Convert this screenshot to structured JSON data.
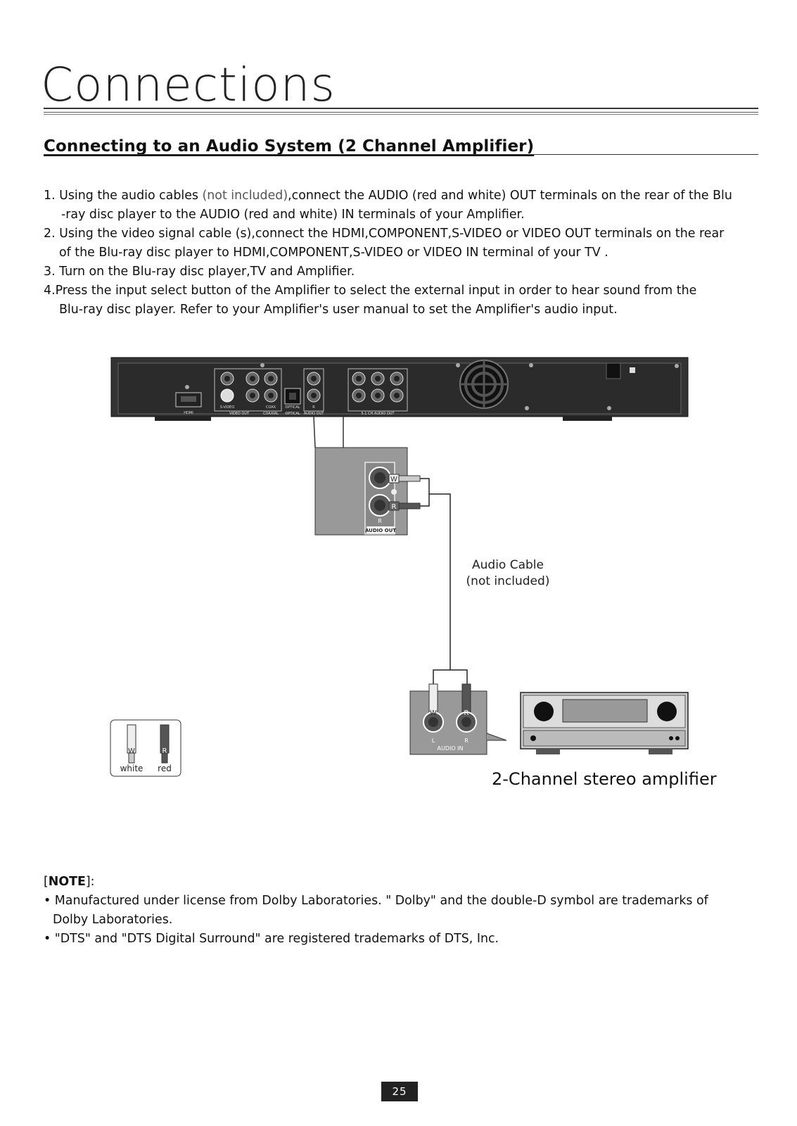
{
  "page": {
    "title": "Connections",
    "section_title": "Connecting to an Audio System (2 Channel Amplifier)",
    "page_number": "25"
  },
  "steps": [
    {
      "line1_a": "1. Using the audio cables ",
      "line1_b": "(not included)",
      "line1_c": ",connect the AUDIO (red and white) OUT terminals on the rear of the Blu",
      "line2": "-ray disc player to the AUDIO (red and white) IN terminals of your Amplifier."
    },
    {
      "line1": "2. Using the video signal cable (s),connect the HDMI,COMPONENT,S-VIDEO or VIDEO OUT terminals on the rear",
      "line2": "of the Blu-ray disc player to HDMI,COMPONENT,S-VIDEO or VIDEO IN terminal of your TV ."
    },
    {
      "line1": "3. Turn on the Blu-ray disc player,TV and Amplifier."
    },
    {
      "line1": "4.Press the input select button of the Amplifier to select the external input in order to hear sound from the",
      "line2": "Blu-ray disc player. Refer to your Amplifier's user manual to set the Amplifier's audio input."
    }
  ],
  "diagram": {
    "player_labels": {
      "hdmi": "HDMI",
      "video_out": "VIDEO OUT",
      "coaxial": "COAXIAL",
      "optical": "OPTICAL",
      "audio_out": "AUDIO OUT",
      "ch_audio_out": "5.1 CH AUDIO OUT",
      "s_video": "S-VIDEO",
      "coax": "COAX",
      "optical_small": "OPTICAL",
      "r_small": "R"
    },
    "zoom_audio_out": {
      "label": "AUDIO OUT",
      "r": "R",
      "w_marker": "W",
      "r_marker": "R"
    },
    "cable_label_line1": "Audio Cable",
    "cable_label_line2": "(not included)",
    "amp_input": {
      "label": "AUDIO IN",
      "l": "L",
      "r": "R",
      "w_marker": "W",
      "r_marker": "R"
    },
    "legend": {
      "white": "white",
      "red": "red",
      "w_marker": "W",
      "r_marker": "R"
    },
    "amplifier_caption": "2-Channel stereo amplifier"
  },
  "note": {
    "open_bracket": "[",
    "label": "NOTE",
    "close_bracket": "]:",
    "bullets": [
      {
        "line1": "• Manufactured under license from Dolby Laboratories. \" Dolby\" and the double-D symbol are trademarks of",
        "line2": "Dolby Laboratories."
      },
      {
        "line1": "• \"DTS\" and \"DTS Digital Surround\" are registered trademarks of DTS, Inc."
      }
    ]
  }
}
